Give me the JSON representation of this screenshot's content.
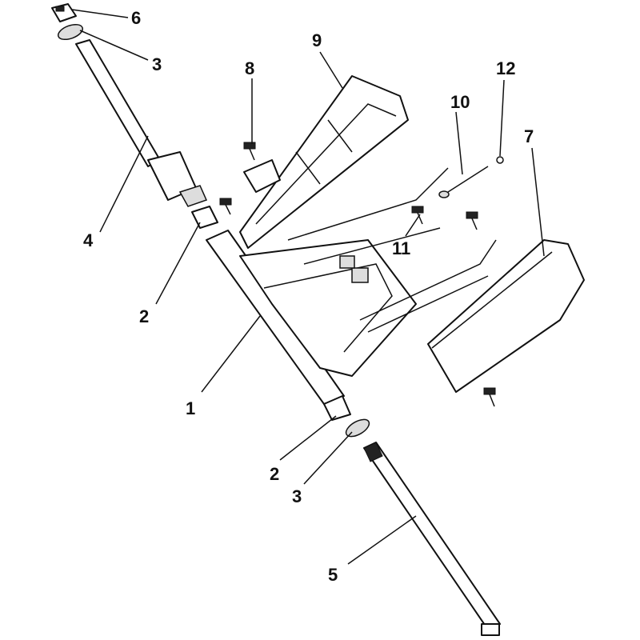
{
  "callouts": [
    {
      "id": "c6",
      "text": "6"
    },
    {
      "id": "c3a",
      "text": "3"
    },
    {
      "id": "c9",
      "text": "9"
    },
    {
      "id": "c8",
      "text": "8"
    },
    {
      "id": "c12",
      "text": "12"
    },
    {
      "id": "c10",
      "text": "10"
    },
    {
      "id": "c7",
      "text": "7"
    },
    {
      "id": "c4",
      "text": "4"
    },
    {
      "id": "c11",
      "text": "11"
    },
    {
      "id": "c2a",
      "text": "2"
    },
    {
      "id": "c1",
      "text": "1"
    },
    {
      "id": "c2b",
      "text": "2"
    },
    {
      "id": "c3b",
      "text": "3"
    },
    {
      "id": "c5",
      "text": "5"
    }
  ]
}
